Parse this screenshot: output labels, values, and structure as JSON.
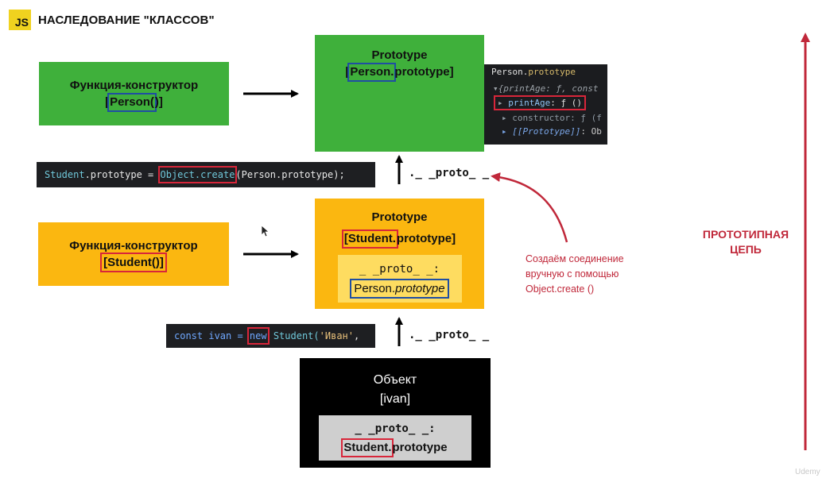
{
  "header": {
    "logo_text": "JS",
    "title": "НАСЛЕДОВАНИЕ \"КЛАССОВ\""
  },
  "person_constructor": {
    "line1": "Функция-конструктор",
    "name_open": "[",
    "name_hl": "Person(",
    "name_close": ")]"
  },
  "person_prototype": {
    "line1": "Prototype",
    "name_open": "[",
    "name_hl": "Person.",
    "name_rest": "prototype]"
  },
  "devtools": {
    "row1_a": "Person.",
    "row1_b": "prototype",
    "row2": "▾{printAge: ƒ, const",
    "row3_arrow": "▸",
    "row3_name": "printAge",
    "row3_val": ": ƒ ()",
    "row4": "▸ constructor: ƒ (f",
    "row5_a": "▸ [[Prototype]]",
    "row5_b": ": Ob"
  },
  "code_student_proto": {
    "part1": "Student",
    "part2": ".prototype = ",
    "hl": "Object.create",
    "part3": "(Person.prototype);"
  },
  "proto_label_top": "._ _proto_ _",
  "student_constructor": {
    "line1": "Функция-конструктор",
    "name_open": "[",
    "name_hl": "Student(",
    "name_close": ")]"
  },
  "student_prototype": {
    "line1": "Prototype",
    "name_hl": "[Student.",
    "name_rest": "prototype]",
    "inner_line1": "_ _proto_ _:",
    "inner_hl": "Person.",
    "inner_rest": "prototype"
  },
  "note": {
    "line1": "Создаём соединение",
    "line2": "вручную с помощью",
    "line3": "Object.create ()"
  },
  "chain": {
    "line1": "ПРОТОТИПНАЯ",
    "line2": "ЦЕПЬ"
  },
  "code_ivan": {
    "part1": "const ivan = ",
    "hl": "new",
    "part2": " Student(",
    "str": "'Иван'",
    "part3": ","
  },
  "proto_label_bottom": "._ _proto_ _",
  "object_box": {
    "line1": "Объект",
    "line2": "[ivan]",
    "inner_line1": "_ _proto_ _:",
    "inner_hl": "Student.",
    "inner_rest": "prototype"
  },
  "watermark": "Udemy",
  "colors": {
    "green": "#3fb03b",
    "yellow": "#fbb710",
    "red": "#d8263a",
    "blue": "#1f4ea3"
  }
}
